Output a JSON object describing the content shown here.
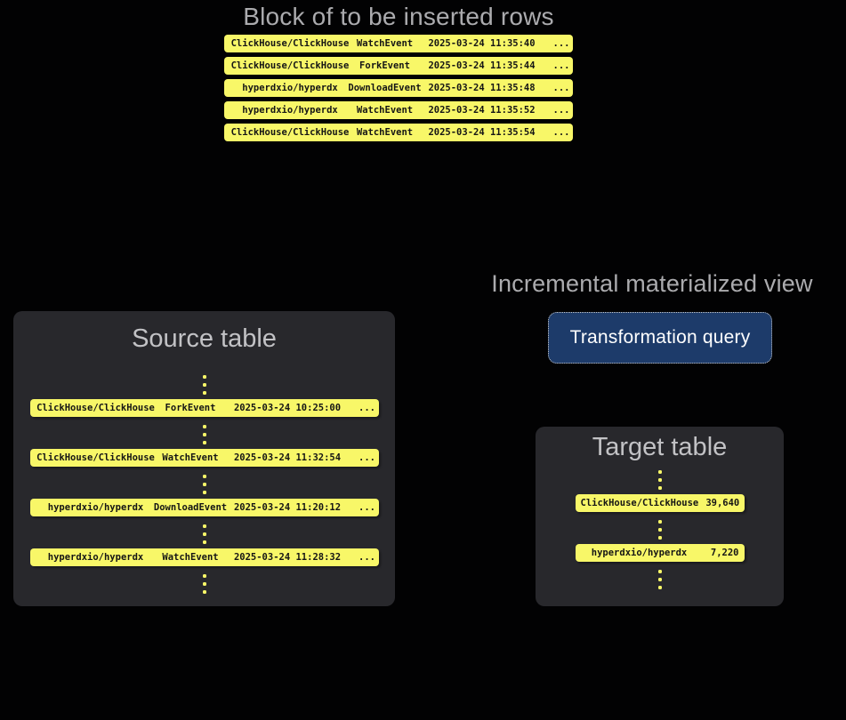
{
  "colors": {
    "background": "#020203",
    "card_bg": "#28282c",
    "row_yellow": "#f8f768",
    "row_text": "#151515",
    "page_title_gray": "#ababae",
    "card_title_gray": "#c2c2c5",
    "button_blue": "#1d3b6a",
    "button_text": "#ffffff",
    "button_border": "#c9c9c9"
  },
  "insert_block": {
    "title": "Block of to be inserted rows",
    "rows": [
      {
        "repo": "ClickHouse/ClickHouse",
        "event": "WatchEvent",
        "timestamp": "2025-03-24 11:35:40",
        "more": "..."
      },
      {
        "repo": "ClickHouse/ClickHouse",
        "event": "ForkEvent",
        "timestamp": "2025-03-24 11:35:44",
        "more": "..."
      },
      {
        "repo": "hyperdxio/hyperdx",
        "event": "DownloadEvent",
        "timestamp": "2025-03-24 11:35:48",
        "more": "..."
      },
      {
        "repo": "hyperdxio/hyperdx",
        "event": "WatchEvent",
        "timestamp": "2025-03-24 11:35:52",
        "more": "..."
      },
      {
        "repo": "ClickHouse/ClickHouse",
        "event": "WatchEvent",
        "timestamp": "2025-03-24 11:35:54",
        "more": "..."
      }
    ]
  },
  "source_table": {
    "title": "Source table",
    "rows": [
      {
        "repo": "ClickHouse/ClickHouse",
        "event": "ForkEvent",
        "timestamp": "2025-03-24 10:25:00",
        "more": "..."
      },
      {
        "repo": "ClickHouse/ClickHouse",
        "event": "WatchEvent",
        "timestamp": "2025-03-24 11:32:54",
        "more": "..."
      },
      {
        "repo": "hyperdxio/hyperdx",
        "event": "DownloadEvent",
        "timestamp": "2025-03-24 11:20:12",
        "more": "..."
      },
      {
        "repo": "hyperdxio/hyperdx",
        "event": "WatchEvent",
        "timestamp": "2025-03-24 11:28:32",
        "more": "..."
      }
    ]
  },
  "materialized_view": {
    "title": "Incremental materialized view",
    "button_label": "Transformation query"
  },
  "target_table": {
    "title": "Target table",
    "rows": [
      {
        "repo": "ClickHouse/ClickHouse",
        "count": "39,640"
      },
      {
        "repo": "hyperdxio/hyperdx",
        "count": "7,220"
      }
    ]
  }
}
